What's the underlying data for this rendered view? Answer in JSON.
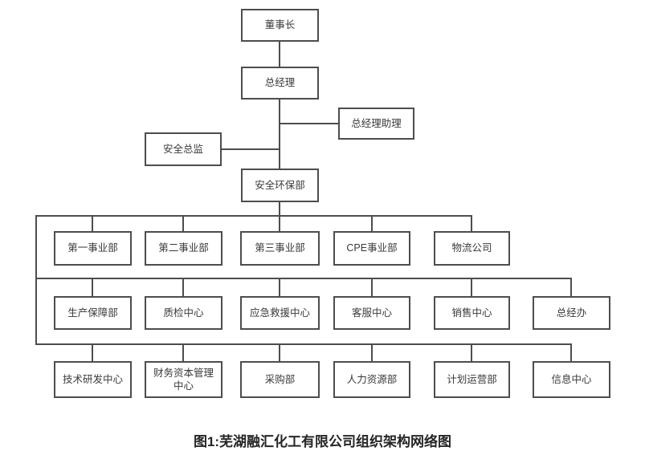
{
  "caption": "图1:芜湖融汇化工有限公司组织架构网络图",
  "colors": {
    "line": "#4d4d4d",
    "text": "#3a3a3a",
    "caption_text": "#262626",
    "background": "#ffffff"
  },
  "org": {
    "chairman": "董事长",
    "general_manager": "总经理",
    "gm_assistant": "总经理助理",
    "safety_director": "安全总监",
    "safety_env_dept": "安全环保部",
    "row1": [
      "第一事业部",
      "第二事业部",
      "第三事业部",
      "CPE事业部",
      "物流公司"
    ],
    "row2": [
      "生产保障部",
      "质检中心",
      "应急救援中心",
      "客服中心",
      "销售中心",
      "总经办"
    ],
    "row3": [
      "技术研发中心",
      "财务资本管理中心",
      "采购部",
      "人力资源部",
      "计划运营部",
      "信息中心"
    ]
  }
}
